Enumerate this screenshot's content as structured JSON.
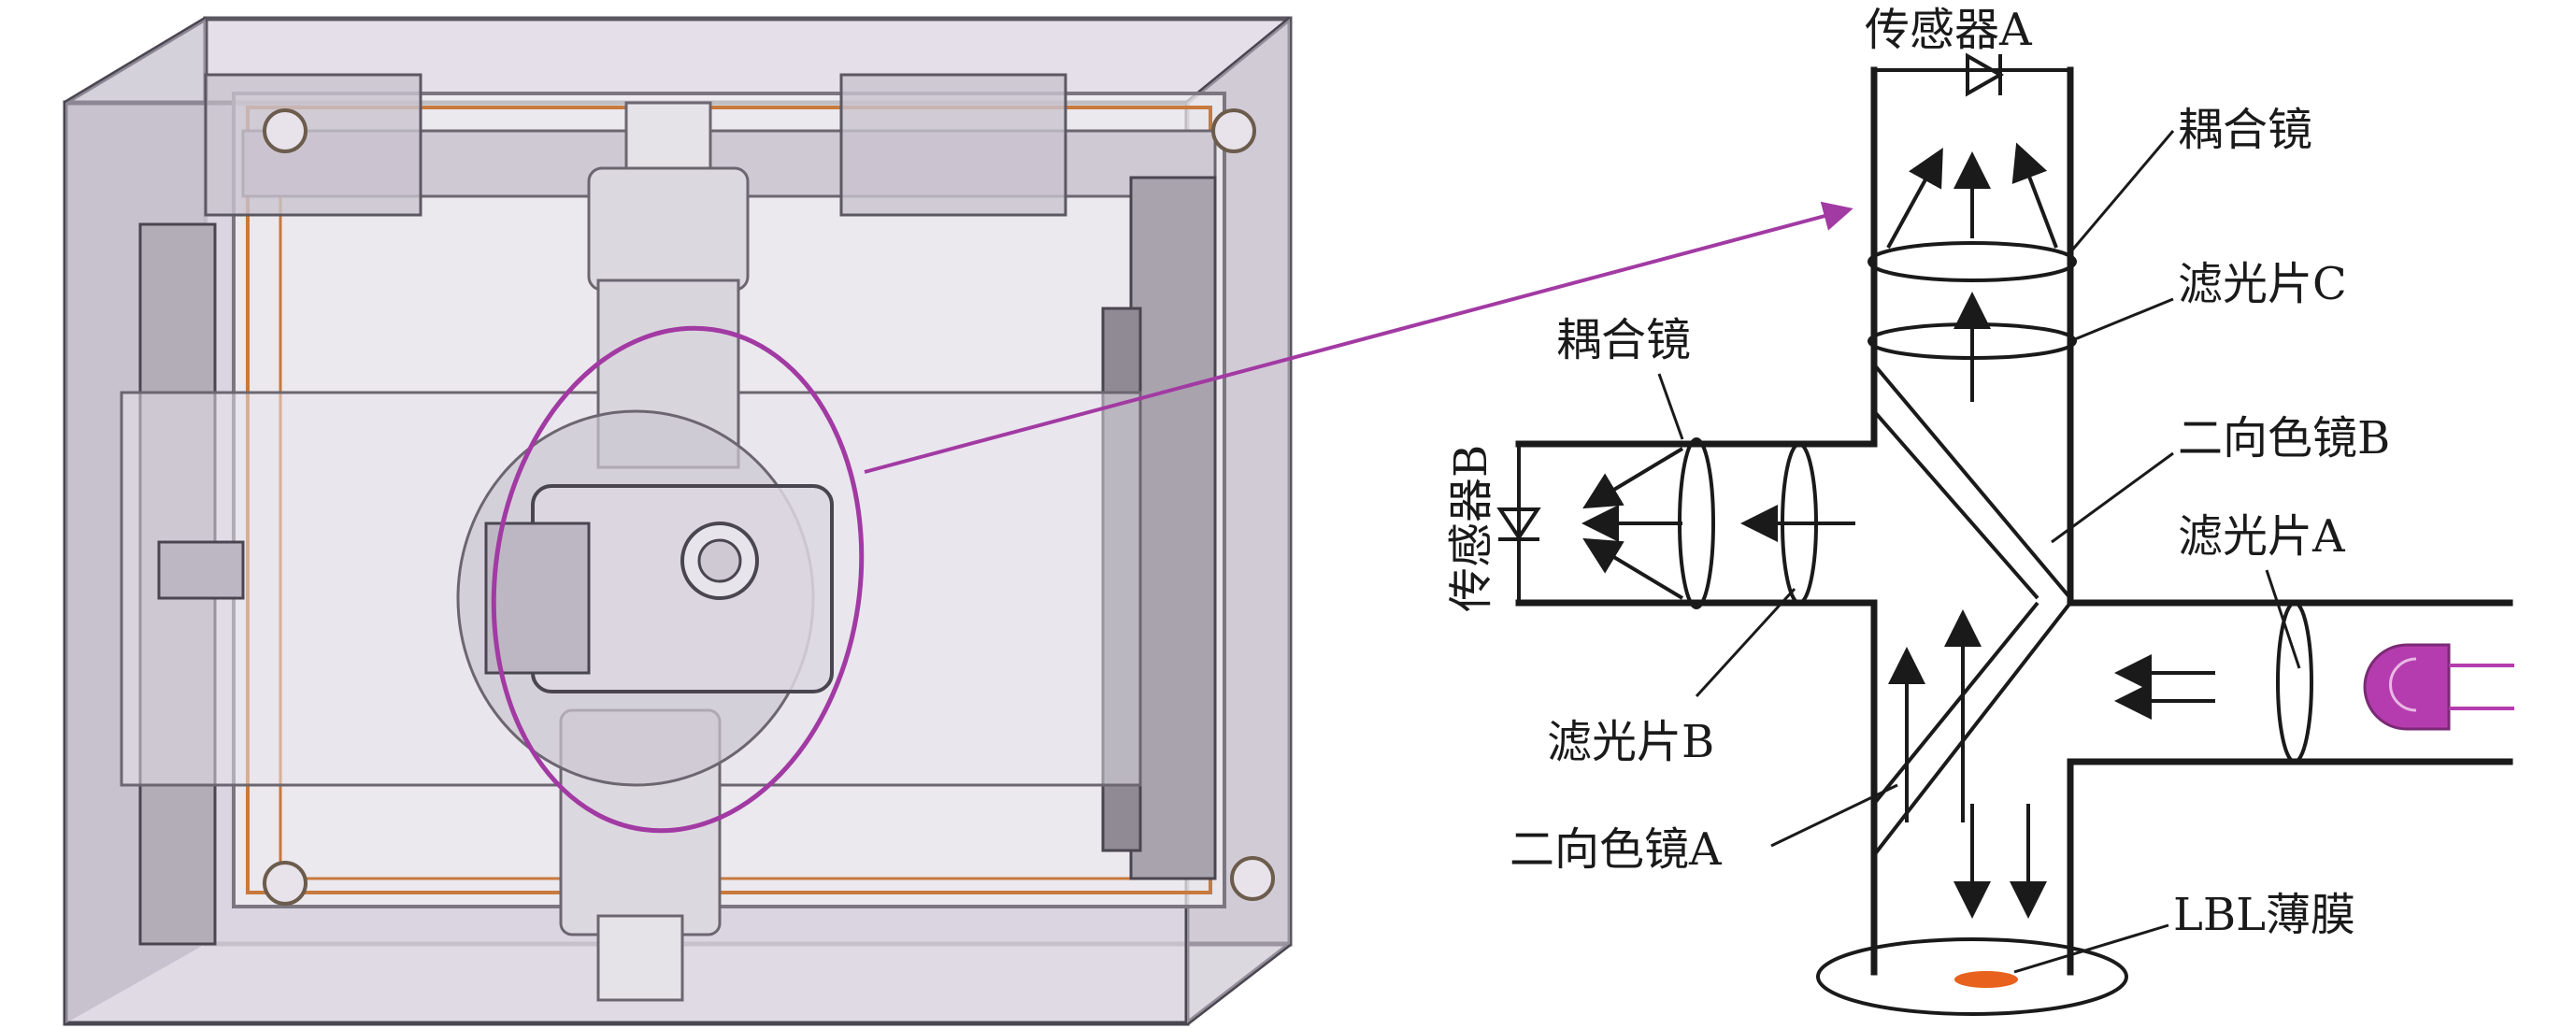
{
  "labels": {
    "sensor_a": "传感器A",
    "sensor_b": "传感器B",
    "coupling_lens_top": "耦合镜",
    "coupling_lens_left": "耦合镜",
    "filter_c": "滤光片C",
    "filter_b": "滤光片B",
    "filter_a": "滤光片A",
    "dichroic_b": "二向色镜B",
    "dichroic_a": "二向色镜A",
    "lbl_film": "LBL薄膜"
  },
  "colors": {
    "highlight": "#a23aa3",
    "led": "#b53cae",
    "film": "#e8611d",
    "housing_fill": "#d6d0dc",
    "housing_stroke": "#4a4650",
    "wire": "#c87a3c"
  }
}
